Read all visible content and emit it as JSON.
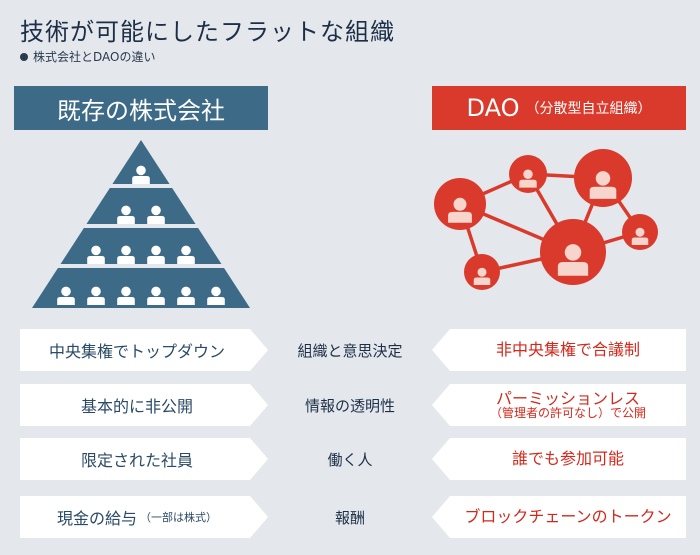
{
  "title": "技術が可能にしたフラットな組織",
  "subtitle": "株式会社とDAOの違い",
  "left_header": "既存の株式会社",
  "right_header": {
    "main": "DAO",
    "sub": "（分散型自立組織）"
  },
  "colors": {
    "blue": "#3d6a86",
    "red": "#d93a2c",
    "background": "#e4e8ec"
  },
  "rows": [
    {
      "left": "中央集権でトップダウン",
      "left_sub": "",
      "mid": "組織と意思決定",
      "right": "非中央集権で合議制",
      "right_sub": ""
    },
    {
      "left": "基本的に非公開",
      "left_sub": "",
      "mid": "情報の透明性",
      "right": "パーミッションレス",
      "right_sub": "（管理者の許可なし）で公開"
    },
    {
      "left": "限定された社員",
      "left_sub": "",
      "mid": "働く人",
      "right": "誰でも参加可能",
      "right_sub": ""
    },
    {
      "left": "現金の給与",
      "left_sub": "（一部は株式）",
      "mid": "報酬",
      "right": "ブロックチェーンのトークン",
      "right_sub": ""
    }
  ]
}
